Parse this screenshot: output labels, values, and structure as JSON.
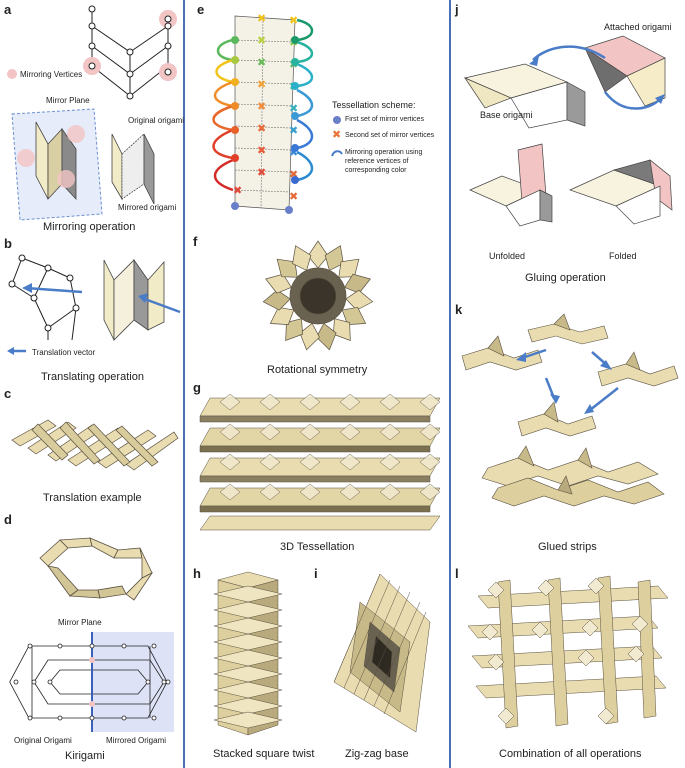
{
  "panels": {
    "a": {
      "letter": "a",
      "legend": "Mirroring Vertices",
      "mirror_plane": "Mirror Plane",
      "original": "Original origami",
      "mirrored": "Mirrored origami",
      "caption": "Mirroring operation"
    },
    "b": {
      "letter": "b",
      "legend": "Translation vector",
      "caption": "Translating operation"
    },
    "c": {
      "letter": "c",
      "caption": "Translation example"
    },
    "d": {
      "letter": "d",
      "mirror_plane": "Mirror Plane",
      "original": "Original Origami",
      "mirrored": "Mirrored Origami",
      "caption": "Kirigami"
    },
    "e": {
      "letter": "e",
      "title": "Tessellation scheme:",
      "first": "First set of mirror vertices",
      "second": "Second set of mirror vertices",
      "op": "Mirroring operation using reference vertices of corresponding color"
    },
    "f": {
      "letter": "f",
      "caption": "Rotational symmetry"
    },
    "g": {
      "letter": "g",
      "caption": "3D Tessellation"
    },
    "h": {
      "letter": "h",
      "caption": "Stacked square twist"
    },
    "i": {
      "letter": "i",
      "caption": "Zig-zag base"
    },
    "j": {
      "letter": "j",
      "attached": "Attached origami",
      "base": "Base origami",
      "unfolded": "Unfolded",
      "folded": "Folded",
      "caption": "Gluing operation"
    },
    "k": {
      "letter": "k",
      "caption": "Glued strips"
    },
    "l": {
      "letter": "l",
      "caption": "Combination of all operations"
    }
  },
  "colors": {
    "divider": "#4a6fb5",
    "paper": "#e8dcb0",
    "paper_dark": "#a89a74",
    "pink": "#f2c4c4",
    "arrow": "#4a7cc7",
    "vertex_blue": "#6a7fc9",
    "vertex_orange": "#e8753a"
  }
}
